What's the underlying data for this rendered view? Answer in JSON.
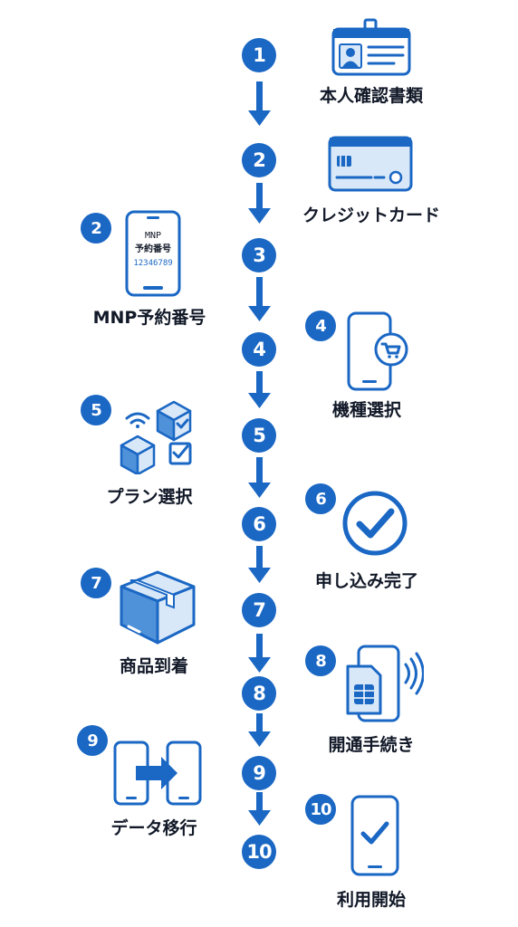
{
  "colors": {
    "primary": "#1a67c4",
    "light": "#d9e8f8",
    "text": "#111827"
  },
  "flow": {
    "nodes": [
      "1",
      "2",
      "3",
      "4",
      "5",
      "6",
      "7",
      "8",
      "9",
      "10"
    ]
  },
  "items": [
    {
      "badge": "",
      "label": "本人確認書類",
      "icon": "id-card-icon"
    },
    {
      "badge": "",
      "label": "クレジットカード",
      "icon": "credit-card-icon"
    },
    {
      "badge": "2",
      "label": "MNP予約番号",
      "icon": "phone-mnp-icon",
      "screen_text": [
        "MNP",
        "予約番号",
        "12346789"
      ]
    },
    {
      "badge": "4",
      "label": "機種選択",
      "icon": "phone-cart-icon"
    },
    {
      "badge": "5",
      "label": "プラン選択",
      "icon": "boxes-plan-icon"
    },
    {
      "badge": "6",
      "label": "申し込み完了",
      "icon": "check-circle-icon"
    },
    {
      "badge": "7",
      "label": "商品到着",
      "icon": "package-icon"
    },
    {
      "badge": "8",
      "label": "開通手続き",
      "icon": "sim-phone-icon"
    },
    {
      "badge": "9",
      "label": "データ移行",
      "icon": "data-transfer-icon"
    },
    {
      "badge": "10",
      "label": "利用開始",
      "icon": "phone-check-icon"
    }
  ]
}
